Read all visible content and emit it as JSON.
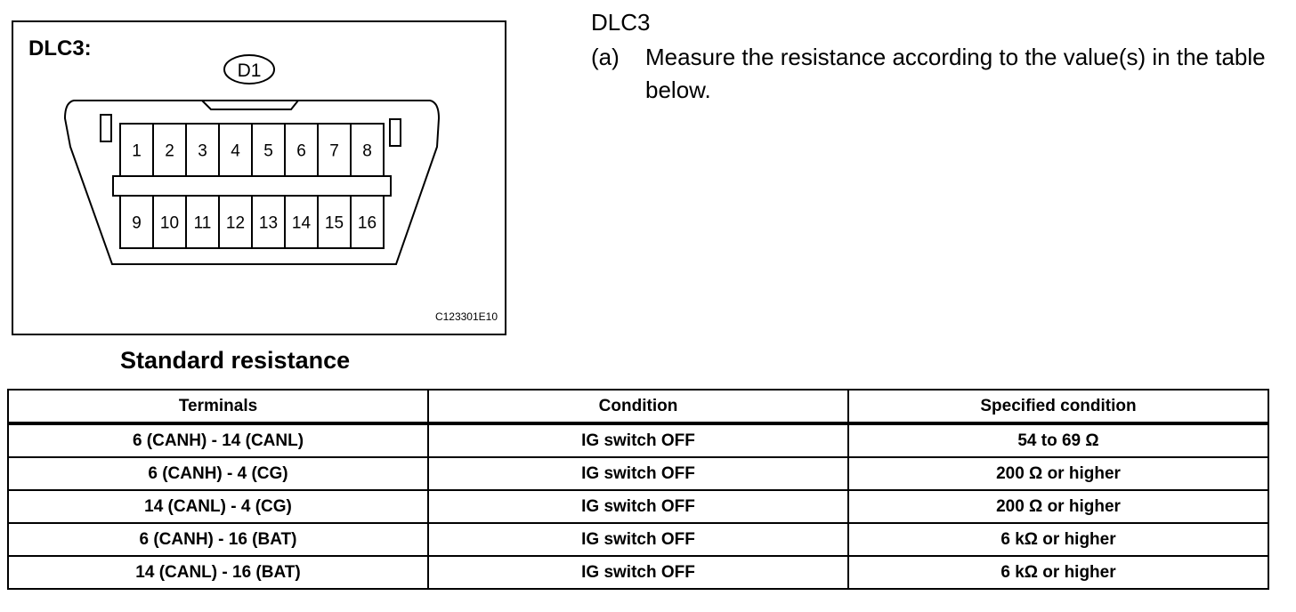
{
  "figure": {
    "label": "DLC3:",
    "connector_tag": "D1",
    "figure_id": "C123301E10",
    "top_pins": [
      "1",
      "2",
      "3",
      "4",
      "5",
      "6",
      "7",
      "8"
    ],
    "bottom_pins": [
      "9",
      "10",
      "11",
      "12",
      "13",
      "14",
      "15",
      "16"
    ]
  },
  "section": {
    "heading": "DLC3",
    "step_marker": "(a)",
    "step_text": "Measure the resistance according to the value(s) in the table below."
  },
  "table": {
    "title": "Standard resistance",
    "headers": [
      "Terminals",
      "Condition",
      "Specified condition"
    ],
    "rows": [
      [
        "6 (CANH) - 14 (CANL)",
        "IG switch OFF",
        "54 to 69 Ω"
      ],
      [
        "6 (CANH) - 4 (CG)",
        "IG switch OFF",
        "200 Ω or higher"
      ],
      [
        "14 (CANL) - 4 (CG)",
        "IG switch OFF",
        "200 Ω or higher"
      ],
      [
        "6 (CANH) - 16 (BAT)",
        "IG switch OFF",
        "6 kΩ or higher"
      ],
      [
        "14 (CANL) - 16 (BAT)",
        "IG switch OFF",
        "6 kΩ or higher"
      ]
    ]
  }
}
